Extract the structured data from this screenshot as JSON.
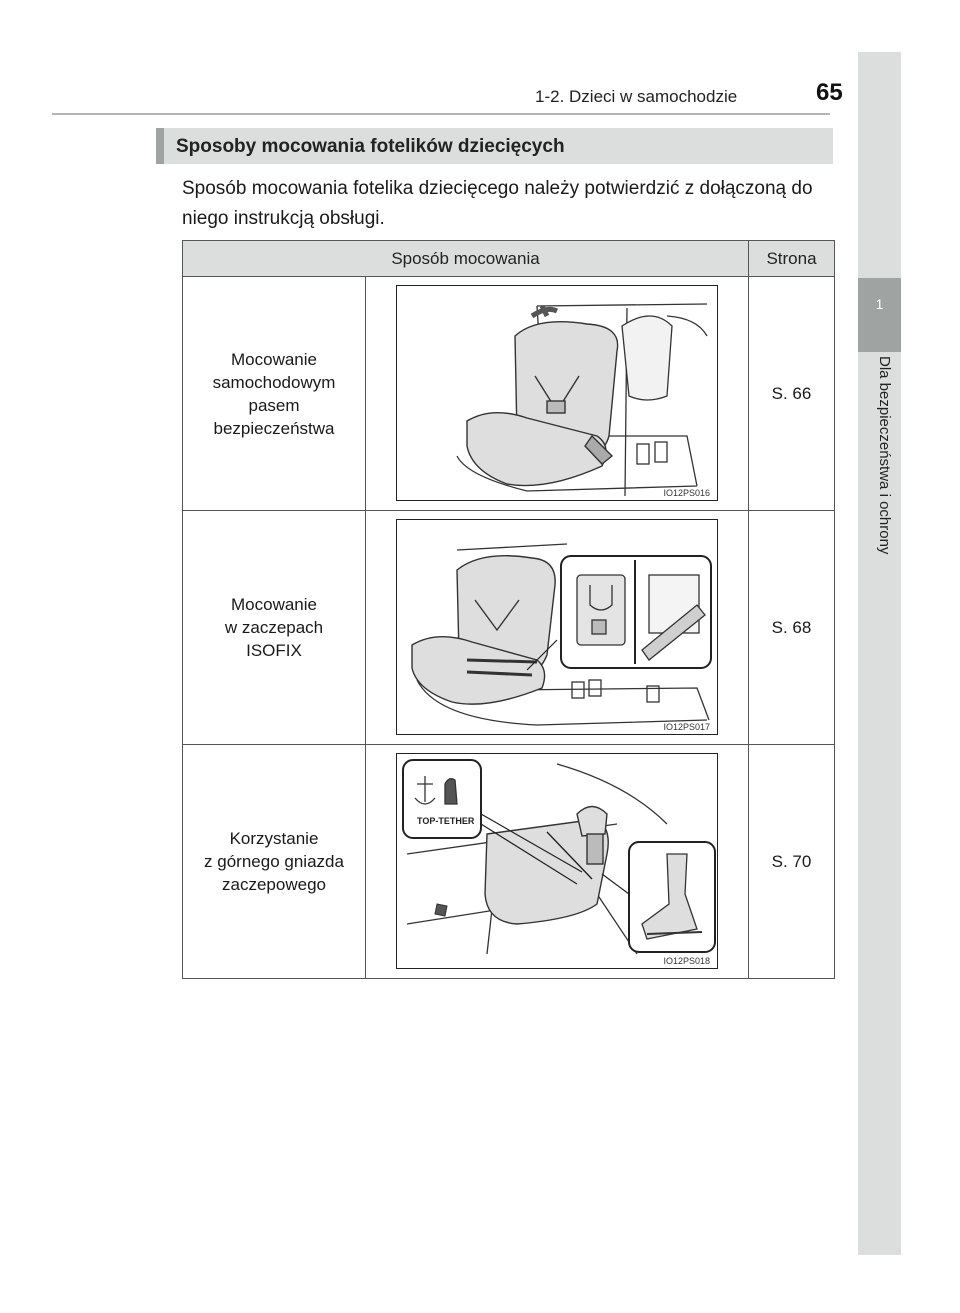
{
  "header": {
    "section": "1-2. Dzieci w samochodzie",
    "page_number": "65"
  },
  "sidebar": {
    "chapter_number": "1",
    "chapter_title": "Dla bezpieczeństwa i ochrony"
  },
  "section_title": "Sposoby mocowania fotelików dziecięcych",
  "intro_text": "Sposób mocowania fotelika dziecięcego należy potwierdzić z dołączoną do niego instrukcją obsługi.",
  "table": {
    "headers": [
      "Sposób mocowania",
      "Strona"
    ],
    "rows": [
      {
        "method": "Mocowanie\nsamochodowym\npasem\nbezpieczeństwa",
        "illustration_code": "IO12PS016",
        "page": "S. 66"
      },
      {
        "method": "Mocowanie\nw zaczepach\nISOFIX",
        "illustration_code": "IO12PS017",
        "page": "S. 68"
      },
      {
        "method": "Korzystanie\nz górnego gniazda\nzaczepowego",
        "illustration_code": "IO12PS018",
        "illustration_label": "TOP-TETHER",
        "page": "S. 70"
      }
    ]
  }
}
